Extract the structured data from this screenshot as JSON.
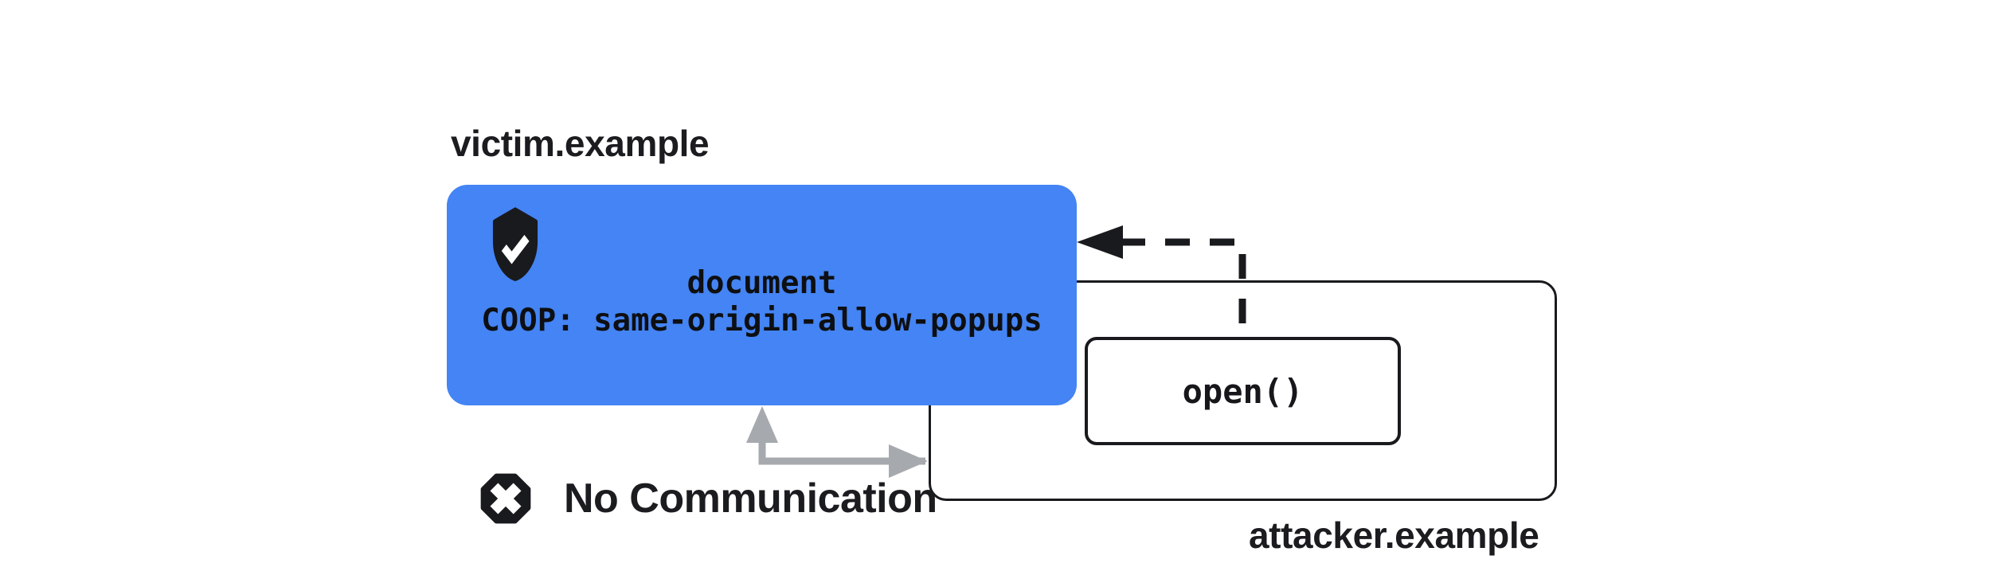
{
  "diagram": {
    "title_hint": "COOP same-origin-allow-popups diagram",
    "victim": {
      "domain_label": "victim.example",
      "document_line": "document",
      "coop_line": "COOP: same-origin-allow-popups",
      "icon": "shield-check-icon"
    },
    "attacker": {
      "domain_label": "attacker.example",
      "open_call": "open()"
    },
    "status": {
      "label": "No Communication",
      "icon": "blocked-x-octagon-icon"
    },
    "arrows": {
      "opener_reference": "dashed-opener-arrow (open() popup window to victim document)",
      "blocked_communication": "gray-elbow-arrow (victim document to attacker window)"
    },
    "colors": {
      "victim_blue": "#4484F4",
      "outline_black": "#191a1d",
      "arrow_gray": "#a6a9ad",
      "background": "#ffffff"
    }
  }
}
